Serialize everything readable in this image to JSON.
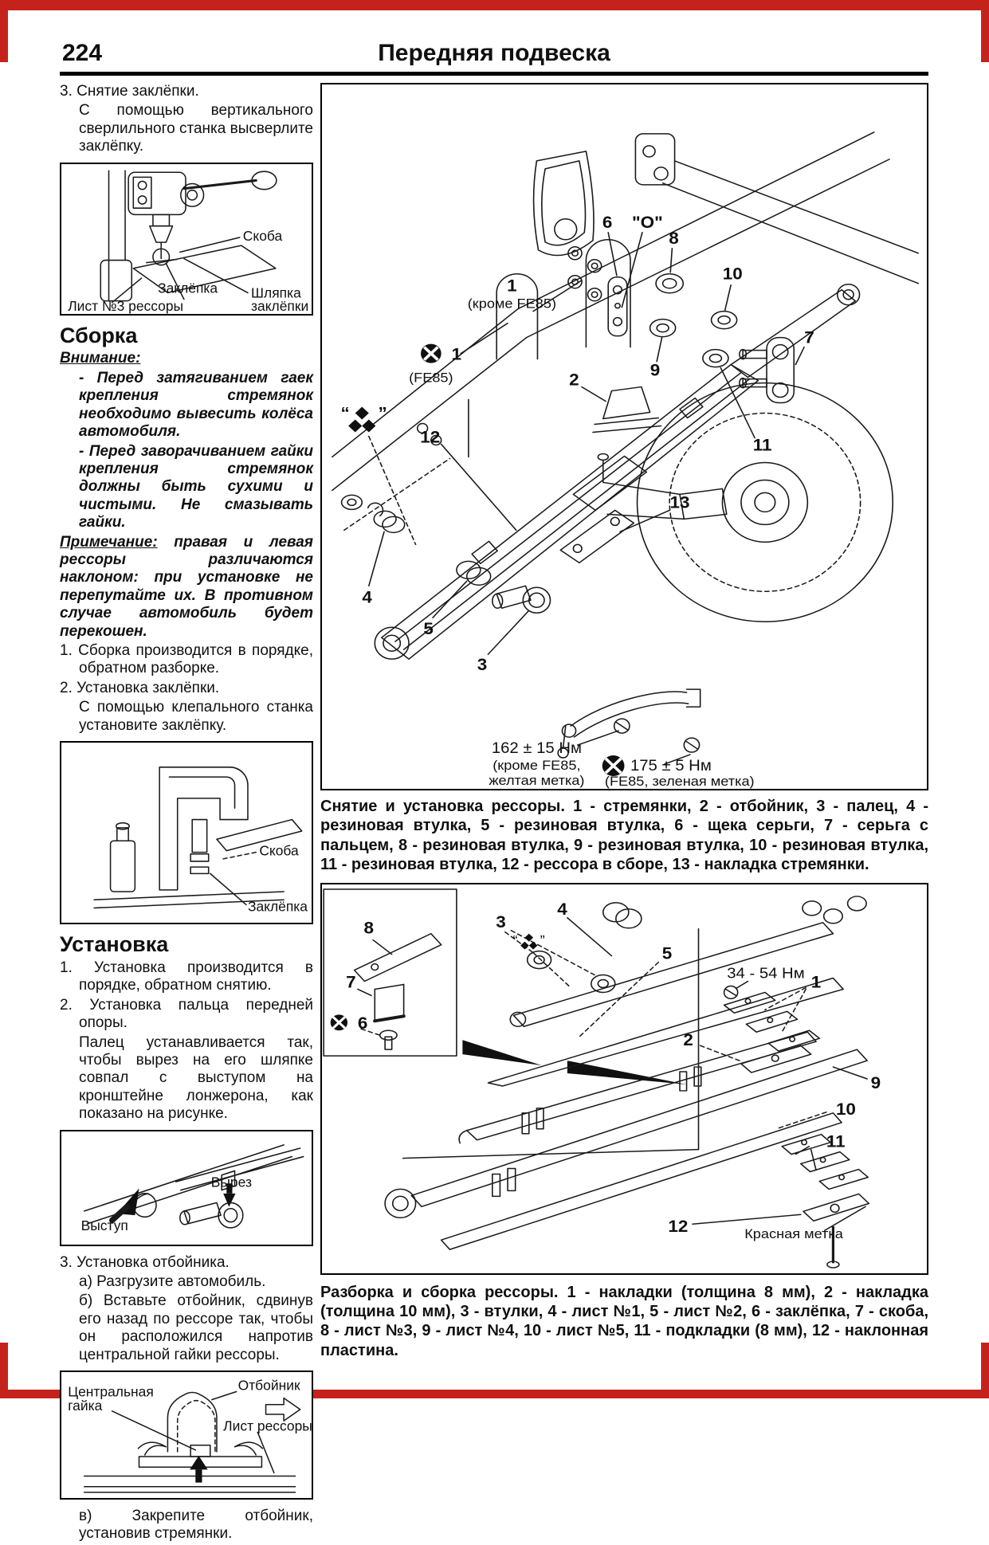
{
  "page": {
    "number": "224",
    "title": "Передняя подвеска"
  },
  "left": {
    "step_removal_title": "3. Снятие заклёпки.",
    "step_removal_body": "С помощью вертикального сверлильного станка высверлите заклёпку.",
    "fig_drill": {
      "skoba": "Скоба",
      "zaklepka": "Заклёпка",
      "shlyapka_1": "Шляпка",
      "shlyapka_2": "заклёпки",
      "list3": "Лист №3 рессоры"
    },
    "sborka_heading": "Сборка",
    "vnimanie_label": "Внимание:",
    "vnimanie_item1": "- Перед затягиванием гаек крепления стремянок необходимо вывесить колёса автомобиля.",
    "vnimanie_item2": "- Перед заворачиванием гайки крепления стремянок должны быть сухими и чистыми. Не смазывать гайки.",
    "primechanie_label": "Примечание:",
    "primechanie_text": " правая и левая рессоры различаются наклоном: при установке не перепутайте их. В противном случае автомобиль будет перекошен.",
    "sborka_step1": "1. Сборка производится в порядке, обратном разборке.",
    "sborka_step2": "2. Установка заклёпки.",
    "sborka_step2_body": "С помощью клепального станка установите заклёпку.",
    "fig_rivet": {
      "skoba": "Скоба",
      "zaklepka": "Заклёпка"
    },
    "ustanovka_heading": "Установка",
    "ust_step1": "1. Установка производится в порядке, обратном снятию.",
    "ust_step2": "2. Установка пальца передней опоры.",
    "ust_step2_body": "Палец устанавливается так, чтобы вырез на его шляпке совпал с выступом на кронштейне лонжерона, как показано на рисунке.",
    "fig_pin": {
      "vyrez": "Вырез",
      "vystup": "Выступ"
    },
    "ust_step3": "3. Установка отбойника.",
    "ust_step3a": "а) Разгрузите автомобиль.",
    "ust_step3b": "б) Вставьте отбойник, сдвинув его назад по рессоре так, чтобы он расположился напротив центральной гайки рессоры.",
    "fig_bumper": {
      "center_nut_1": "Центральная",
      "center_nut_2": "гайка",
      "otboynik": "Отбойник",
      "list_ressory": "Лист рессоры"
    },
    "ust_step3v": "в) Закрепите отбойник, установив стремянки."
  },
  "main_fig": {
    "c1": "1",
    "c1_sub": "(кроме FE85)",
    "c1x": "1",
    "c1x_sub": "(FE85)",
    "c2": "2",
    "c3": "3",
    "c4": "4",
    "c5": "5",
    "c6": "6",
    "c7": "7",
    "c8": "8",
    "c9": "9",
    "c10": "10",
    "c11": "11",
    "c12": "12",
    "c13": "13",
    "o_mark": "\"О\"",
    "quote_open": "“",
    "quote_close": "”",
    "torque1": "162 ± 15 Нм",
    "torque1_sub1": "(кроме FE85,",
    "torque1_sub2": "желтая метка)",
    "torque2": "175 ± 5 Нм",
    "torque2_sub": "(FE85, зеленая метка)",
    "caption": "Снятие и установка рессоры. 1 - стремянки, 2 - отбойник, 3 - палец, 4 - резиновая втулка, 5 - резиновая втулка, 6 - щека серьги, 7 - серьга с пальцем, 8 - резиновая втулка, 9 - резиновая втулка, 10 - резиновая втулка, 11 - резиновая втулка, 12 - рессора в сборе, 13 - накладка стремянки."
  },
  "bottom_fig": {
    "c1": "1",
    "c2": "2",
    "c3": "3",
    "c4": "4",
    "c5": "5",
    "c6": "6",
    "c7": "7",
    "c8": "8",
    "c9": "9",
    "c10": "10",
    "c11": "11",
    "c12": "12",
    "torque": "34 - 54 Нм",
    "red_mark": "Красная метка",
    "quote_open": "“",
    "quote_close": "”",
    "caption": "Разборка и сборка рессоры. 1 - накладки (толщина 8 мм), 2 - накладка (толщина 10 мм), 3 - втулки, 4 - лист №1, 5 - лист №2, 6 - заклёпка, 7 - скоба, 8 - лист №3, 9 - лист №4, 10 - лист №5, 11 - подкладки (8 мм), 12 - наклонная пластина."
  }
}
